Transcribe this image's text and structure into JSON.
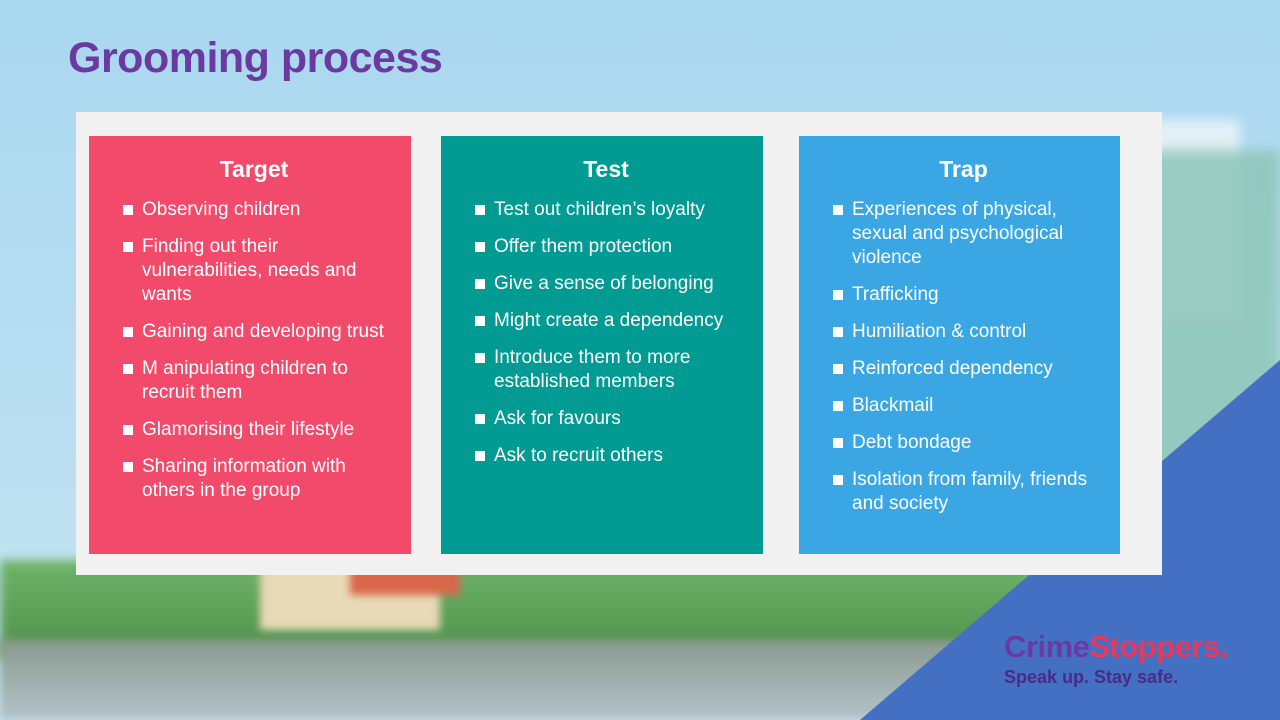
{
  "slide": {
    "title": "Grooming process"
  },
  "columns": [
    {
      "heading": "Target",
      "color": "#f24a6b",
      "items": [
        "Observing children",
        "Finding out their vulnerabilities, needs and wants",
        "Gaining and developing trust",
        "M anipulating children to recruit them",
        "Glamorising their lifestyle",
        "Sharing information with others in the group"
      ]
    },
    {
      "heading": "Test",
      "color": "#019b94",
      "items": [
        "Test out children’s loyalty",
        "Offer them protection",
        "Give a sense of belonging",
        "Might create a dependency",
        "Introduce them to more established members",
        "Ask for favours",
        "Ask to recruit others"
      ]
    },
    {
      "heading": "Trap",
      "color": "#3aa7e4",
      "items": [
        "Experiences of physical, sexual and psychological violence",
        "Trafficking",
        "Humiliation & control",
        "Reinforced dependency",
        "Blackmail",
        "Debt bondage",
        "Isolation from family, friends and society"
      ]
    }
  ],
  "logo": {
    "part1": "Crime",
    "part2": "Stoppers.",
    "tagline": "Speak up. Stay safe."
  },
  "colors": {
    "title": "#6b3aa0",
    "accent_triangle": "#4470c4"
  }
}
